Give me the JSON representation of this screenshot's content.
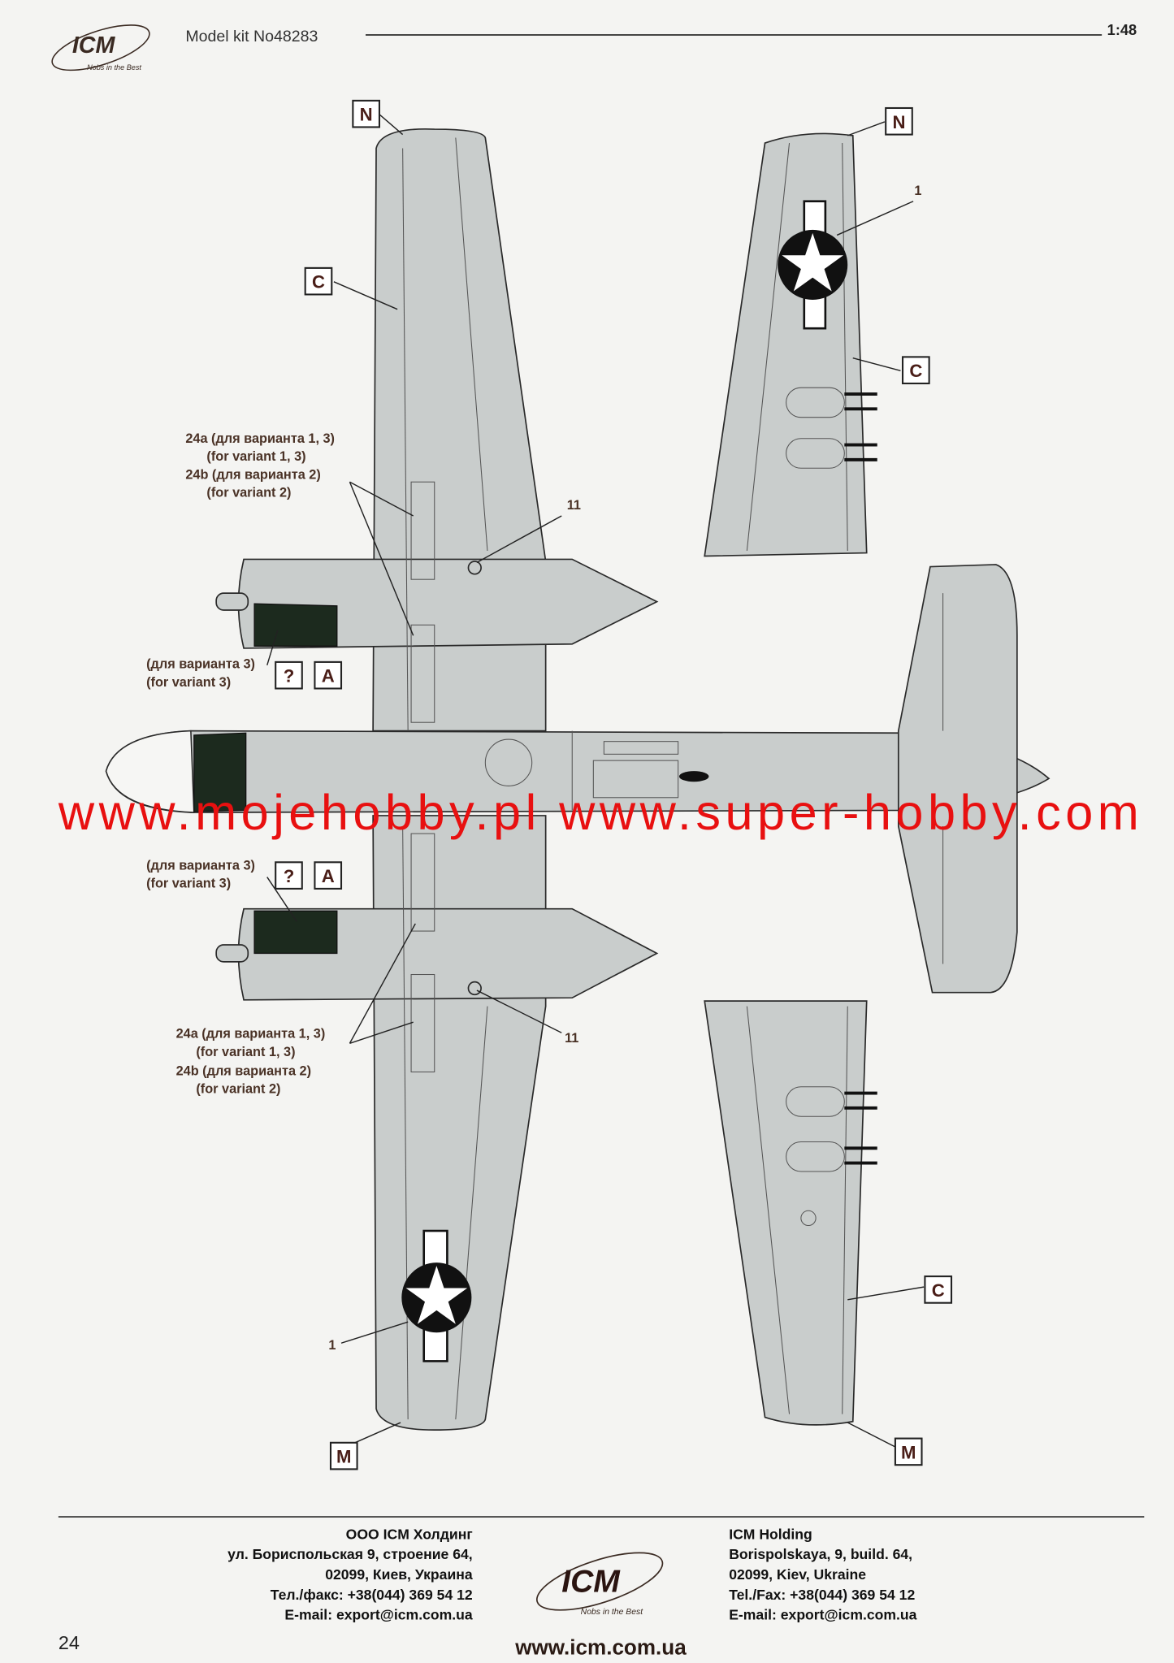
{
  "header": {
    "logo_text": "ICM",
    "logo_tagline": "Nobs in the Best",
    "model_kit": "Model kit No48283",
    "scale": "1:48"
  },
  "callouts": {
    "N": "N",
    "C": "C",
    "M": "M",
    "A": "A",
    "unknown": "?",
    "decal_1": "1",
    "decal_11": "11"
  },
  "notes": {
    "d24a_ru": "24a (для варианта 1, 3)",
    "d24a_en": "(for variant 1, 3)",
    "d24b_ru": "24b (для варианта 2)",
    "d24b_en": "(for variant 2)",
    "v3_ru": "(для варианта 3)",
    "v3_en": "(for variant 3)"
  },
  "watermark": "www.mojehobby.pl www.super-hobby.com",
  "colors": {
    "watermark": "#e81010",
    "skin": "#c9cdcc",
    "dark_green": "#1c2a1e"
  },
  "footer": {
    "ru": [
      "ООО ICM Холдинг",
      "ул. Бориспольская 9, строение 64,",
      "02099, Киев, Украина",
      "Тел./факс: +38(044) 369 54 12",
      "E-mail: export@icm.com.ua"
    ],
    "en": [
      "ICM Holding",
      "Borispolskaya, 9, build. 64,",
      "02099, Kiev, Ukraine",
      "Tel./Fax: +38(044) 369 54 12",
      "E-mail: export@icm.com.ua"
    ],
    "logo_text": "ICM",
    "website": "www.icm.com.ua",
    "page_number": "24"
  }
}
